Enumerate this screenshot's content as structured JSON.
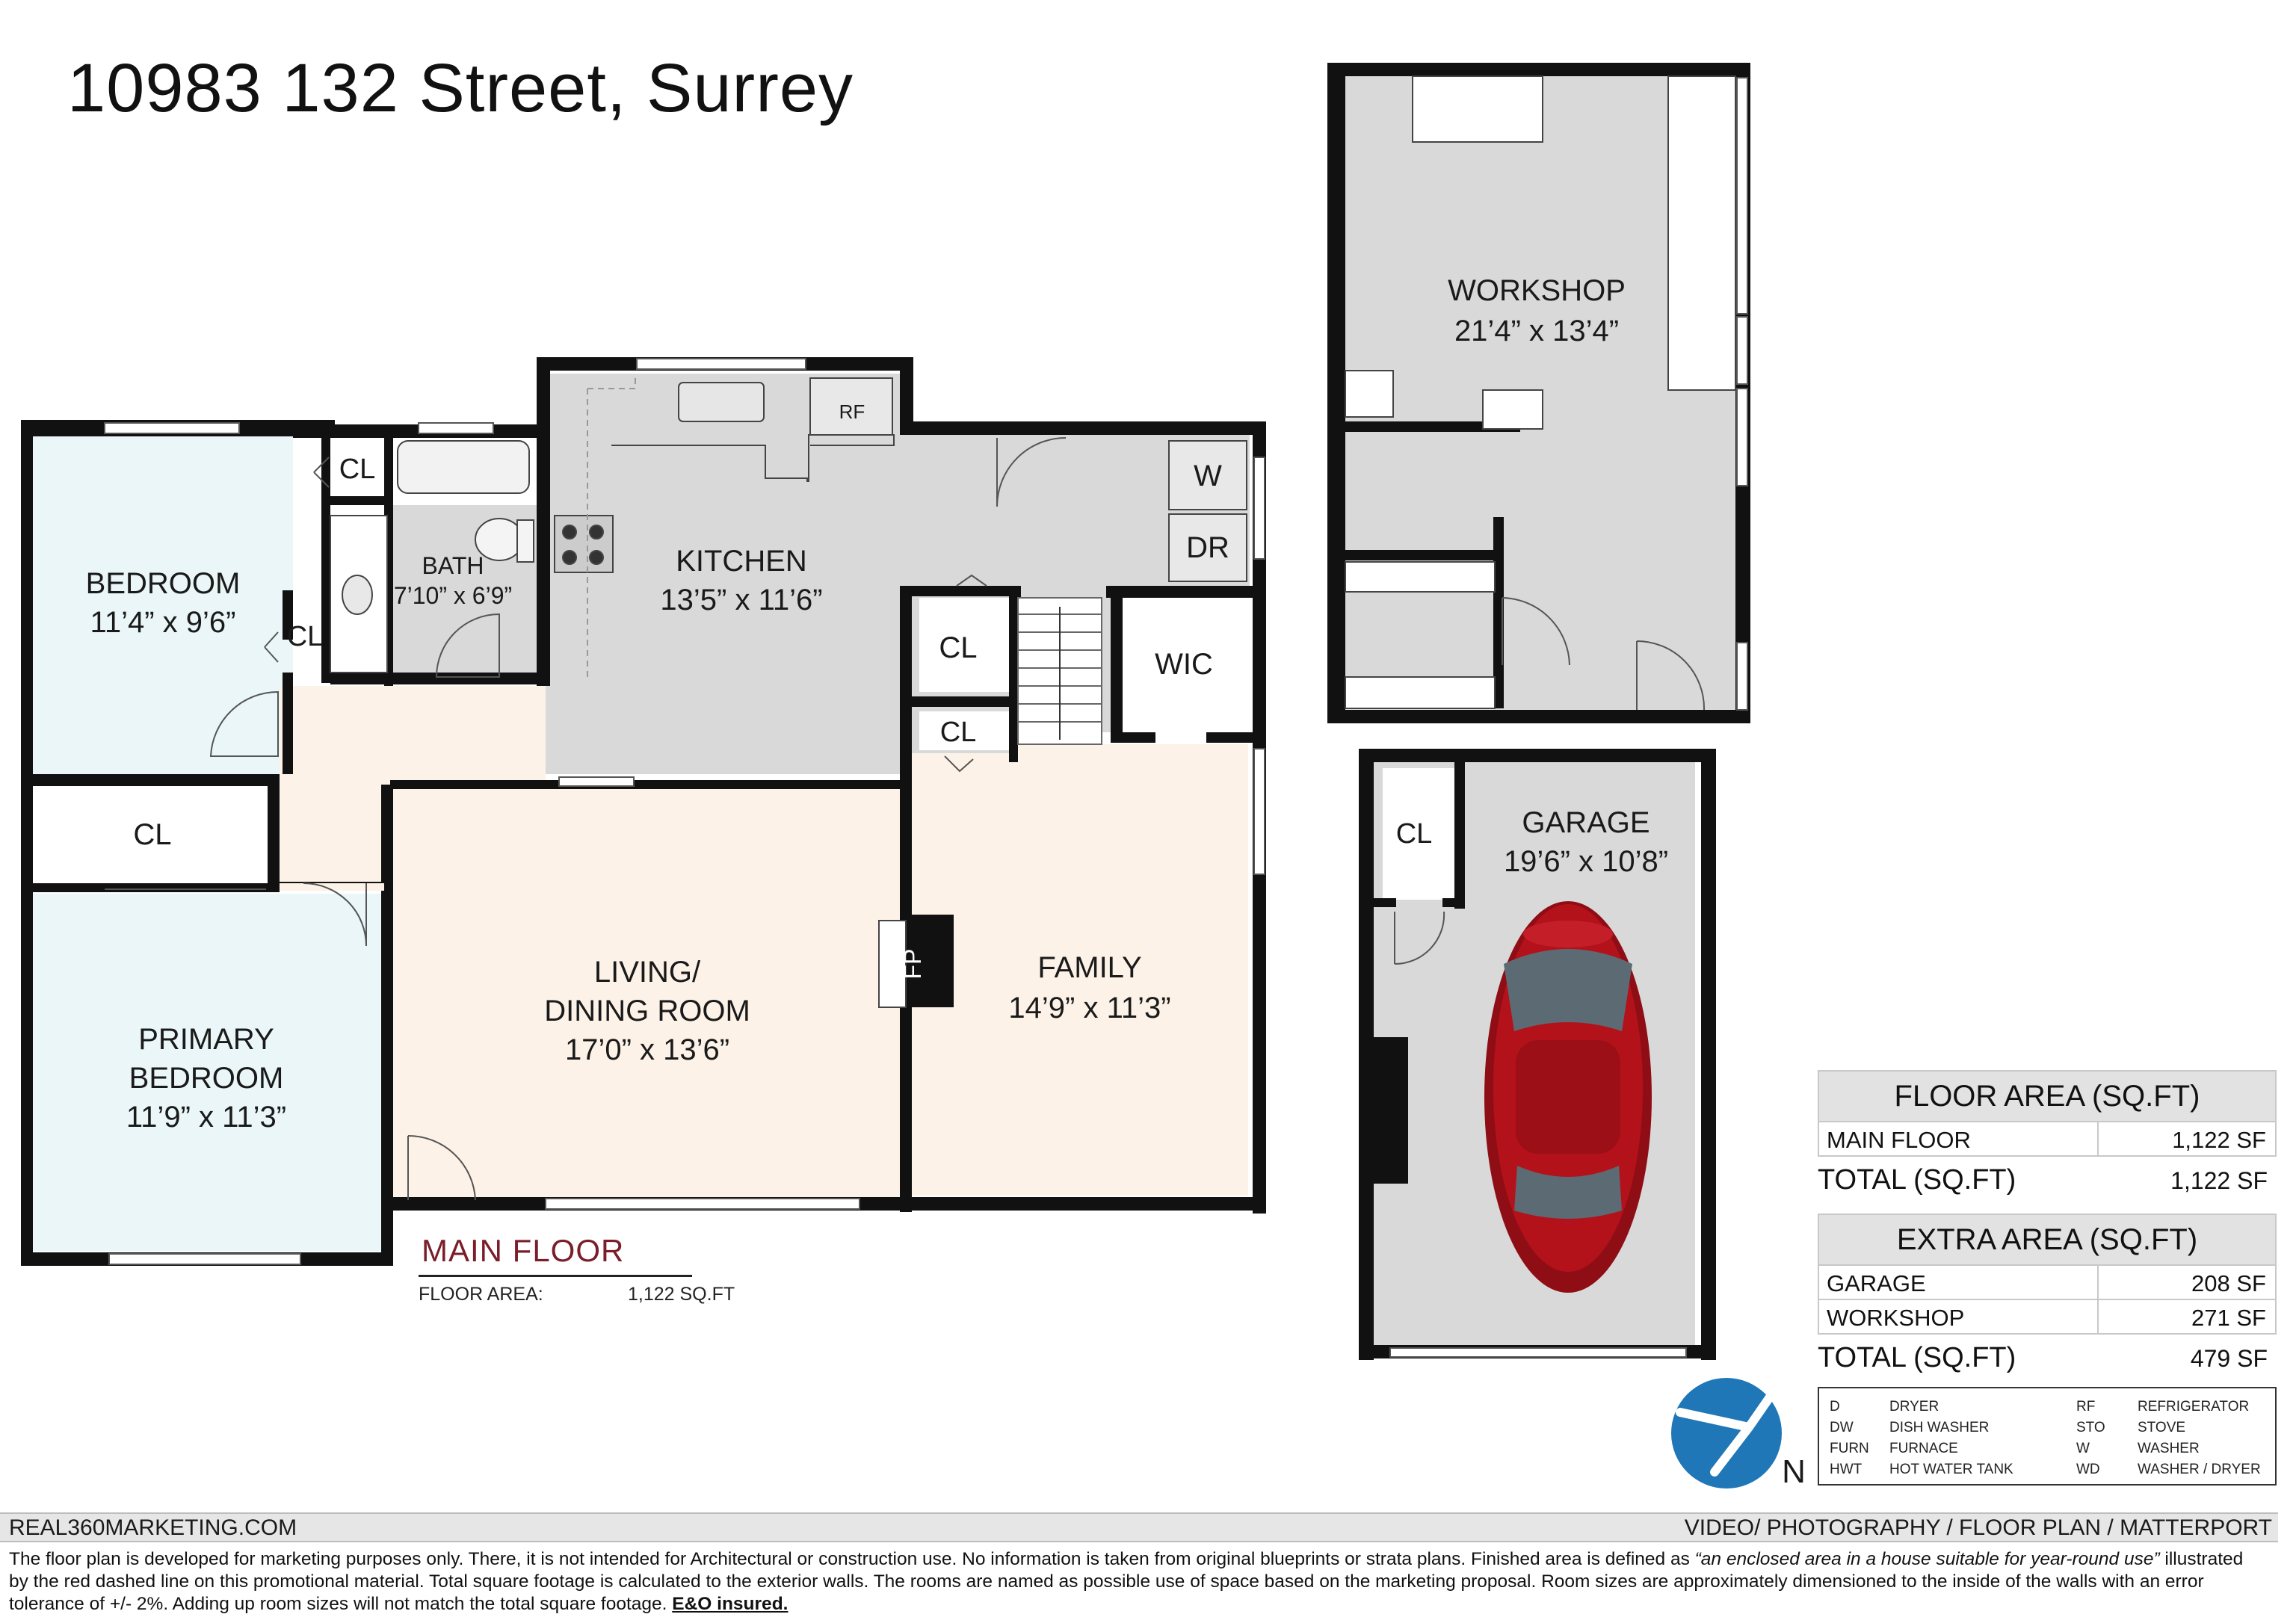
{
  "title": "10983 132 Street, Surrey",
  "rooms": [
    {
      "name": "BEDROOM",
      "size": "11’4” x 9’6”"
    },
    {
      "name": "BATH",
      "size": "7’10” x 6’9”"
    },
    {
      "name": "KITCHEN",
      "size": "13’5” x 11’6”"
    },
    {
      "name": "LIVING/",
      "name2": "DINING ROOM",
      "size": "17’0” x 13’6”"
    },
    {
      "name": "FAMILY",
      "size": "14’9” x 11’3”"
    },
    {
      "name": "PRIMARY",
      "name2": "BEDROOM",
      "size": "11’9” x 11’3”"
    },
    {
      "name": "WORKSHOP",
      "size": "21’4” x 13’4”"
    },
    {
      "name": "GARAGE",
      "size": "19’6” x 10’8”"
    }
  ],
  "small_labels": {
    "cl": "CL",
    "wic": "WIC",
    "rf": "RF",
    "w": "W",
    "dr": "DR",
    "fp": "FP"
  },
  "main_floor": {
    "label": "MAIN FLOOR",
    "area_label": "FLOOR AREA:",
    "area_value": "1,122 SQ.FT"
  },
  "floor_area_table": {
    "header": "FLOOR AREA (SQ.FT)",
    "rows": [
      {
        "label": "MAIN FLOOR",
        "value": "1,122 SF"
      }
    ],
    "total_label": "TOTAL (SQ.FT)",
    "total_value": "1,122 SF"
  },
  "extra_area_table": {
    "header": "EXTRA AREA (SQ.FT)",
    "rows": [
      {
        "label": "GARAGE",
        "value": "208 SF"
      },
      {
        "label": "WORKSHOP",
        "value": "271 SF"
      }
    ],
    "total_label": "TOTAL (SQ.FT)",
    "total_value": "479 SF"
  },
  "legend": [
    {
      "code": "D",
      "meaning": "DRYER"
    },
    {
      "code": "DW",
      "meaning": "DISH WASHER"
    },
    {
      "code": "FURN",
      "meaning": "FURNACE"
    },
    {
      "code": "HWT",
      "meaning": "HOT WATER TANK"
    },
    {
      "code": "RF",
      "meaning": "REFRIGERATOR"
    },
    {
      "code": "STO",
      "meaning": "STOVE"
    },
    {
      "code": "W",
      "meaning": "WASHER"
    },
    {
      "code": "WD",
      "meaning": "WASHER / DRYER"
    }
  ],
  "compass": {
    "label": "N"
  },
  "footer": {
    "website": "REAL360MARKETING.COM",
    "services": "VIDEO/ PHOTOGRAPHY / FLOOR PLAN / MATTERPORT",
    "disclaimer_1": "The floor plan is developed for marketing purposes only. There, it is not intended for Architectural or construction use. No information is  taken from original blueprints or strata plans. Finished area is defined as ",
    "disclaimer_quote": "“an enclosed area in a house suitable for year-round use”",
    "disclaimer_2": " illustrated by the red dashed line on this promotional material. Total square footage is calculated to the exterior walls. The rooms are named as possible use of space based on the marketing proposal. Room sizes are approximately dimensioned to the inside of the walls with an error tolerance of +/- 2%. Adding up room sizes will not match the total square footage. ",
    "eo": "E&O insured."
  },
  "colors": {
    "bedroom_fill": "#eaf6f7",
    "living_fill": "#fcf2e8",
    "kitchen_fill": "#d9d9d9",
    "wall": "#111111",
    "plan_label": "#7a1f2a",
    "compass_blue": "#1f77b8",
    "car_red": "#b3121b"
  }
}
